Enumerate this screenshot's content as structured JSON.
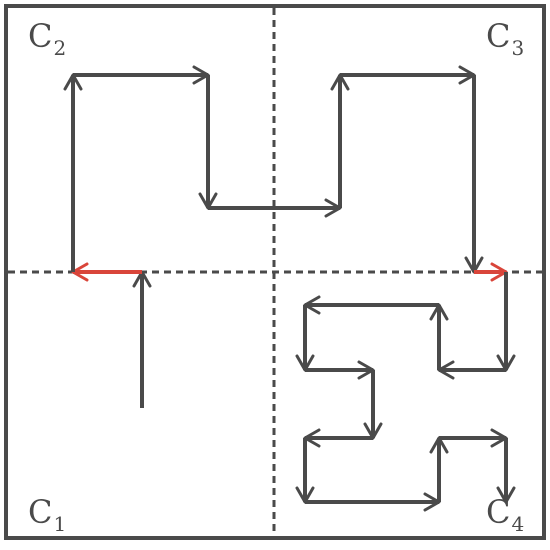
{
  "labels": {
    "c1": {
      "letter": "C",
      "sub": "1"
    },
    "c2": {
      "letter": "C",
      "sub": "2"
    },
    "c3": {
      "letter": "C",
      "sub": "3"
    },
    "c4": {
      "letter": "C",
      "sub": "4"
    }
  },
  "colors": {
    "path": "#4a4a4a",
    "highlight": "#d9453a",
    "frame": "#4a4a4a",
    "divider": "#4a4a4a",
    "background": "#ffffff"
  }
}
